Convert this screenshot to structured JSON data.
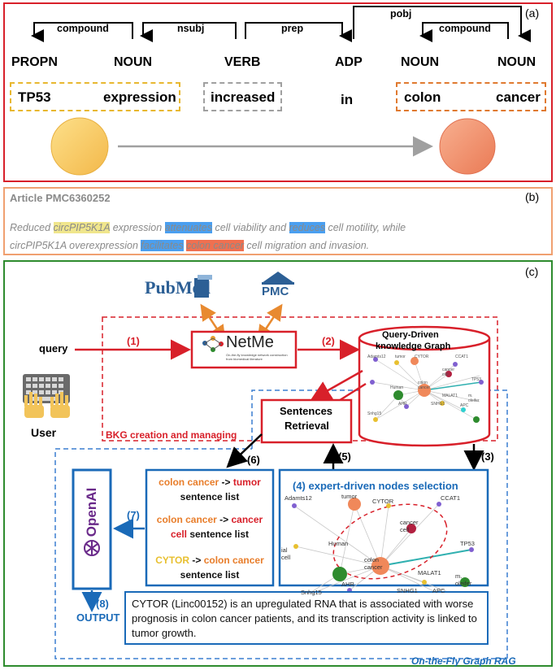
{
  "panel_a": {
    "label": "(a)",
    "deps": [
      "compound",
      "nsubj",
      "prep",
      "pobj",
      "compound"
    ],
    "tags": [
      "PROPN",
      "NOUN",
      "VERB",
      "ADP",
      "NOUN",
      "NOUN"
    ],
    "tokens": [
      "TP53",
      "expression",
      "increased",
      "in",
      "colon",
      "cancer"
    ]
  },
  "panel_b": {
    "label": "(b)",
    "title": "Article PMC6360252",
    "line1": [
      "Reduced ",
      "circPIP5K1A",
      " expression ",
      "attenuates",
      " cell viability and ",
      "reduces",
      " cell motility, while"
    ],
    "line2": [
      "circPIP5K1A overexpression ",
      "facilitates",
      " ",
      "colon cancer",
      " cell migration and invasion."
    ]
  },
  "panel_c": {
    "label": "(c)",
    "pubmed_a": "Pub",
    "pubmed_b": "Med",
    "pmc": "PMC",
    "query": "query",
    "user": "User",
    "netme": "NetMe",
    "netme_sub": "On-the-fly knowledge network construction from biomedical literature",
    "step1": "(1)",
    "step2": "(2)",
    "step3": "(3)",
    "step4": "(4) expert-driven nodes selection",
    "step5": "(5)",
    "step6": "(6)",
    "step7": "(7)",
    "step8": "(8)",
    "output": "OUTPUT",
    "kg_title_1": "Query-Driven",
    "kg_title_2": "knowledge Graph",
    "sentences_1": "Sentences",
    "sentences_2": "Retrieval",
    "bkg": "BKG creation and managing",
    "rag": "On-the-Fly Graph RAG",
    "openai": "OpenAI",
    "s1_a": "colon cancer",
    "s1_b": " -> ",
    "s1_c": "tumor",
    "s1_d": "sentence list",
    "s2_a": "colon cancer",
    "s2_b": " -> ",
    "s2_c": "cancer",
    "s2_d": "cell",
    "s2_e": " sentence list",
    "s3_a": "CYTOR",
    "s3_b": " -> ",
    "s3_c": "colon cancer",
    "s3_d": "sentence list",
    "answer": "CYTOR (Linc00152) is an upregulated RNA that is associated with worse prognosis in colon cancer patients, and its transcription activity is linked to tumor growth.",
    "graph_nodes_small": [
      "Adamts12",
      "tumor",
      "CYTOR",
      "CCAT1",
      "cancer cell",
      "TP53",
      "Human",
      "colon cancer",
      "MALAT1",
      "m. oleifer",
      "AHR",
      "SNHG1",
      "APC",
      "Snhg15",
      "ial cell"
    ]
  },
  "colors": {
    "red": "#d8202a",
    "blue": "#1a6ab8",
    "green": "#2e8b2e",
    "orange": "#e87d2a"
  }
}
